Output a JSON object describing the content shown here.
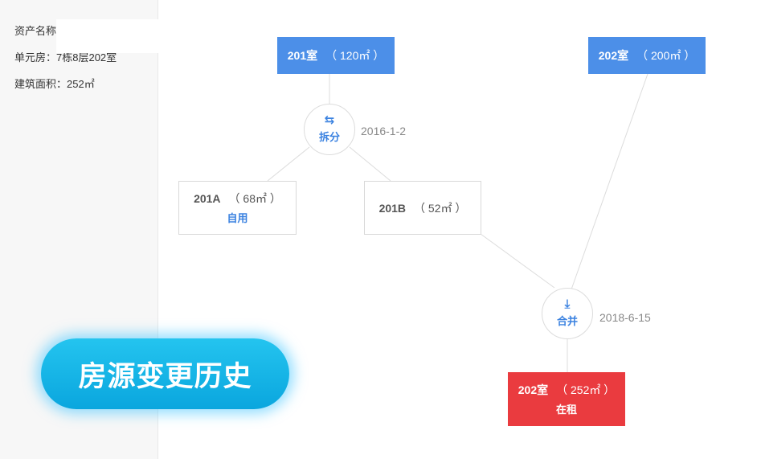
{
  "asset": {
    "name_label": "资产名称",
    "unit_label": "单元房：",
    "unit_value": "7栋8层202室",
    "area_label": "建筑面积：",
    "area_value": "252㎡"
  },
  "history_button": {
    "label": "房源变更历史"
  },
  "nodes": {
    "room201": {
      "room": "201室",
      "area": "（ 120㎡ ）"
    },
    "room202_orig": {
      "room": "202室",
      "area": "（ 200㎡ ）"
    },
    "room201A": {
      "room": "201A",
      "area": "（ 68㎡ ）",
      "status": "自用"
    },
    "room201B": {
      "room": "201B",
      "area": "（ 52㎡ ）"
    },
    "room202_merged": {
      "room": "202室",
      "area": "（ 252㎡ ）",
      "status": "在租"
    }
  },
  "events": {
    "split": {
      "label": "拆分",
      "icon": "⇆",
      "date": "2016-1-2"
    },
    "merge": {
      "label": "合并",
      "icon": "⤓",
      "date": "2018-6-15"
    }
  },
  "colors": {
    "node_blue": "#4c8fe8",
    "node_red": "#ea3b3f",
    "event_text": "#3b82e0",
    "button_cyan": "#0aa6de"
  }
}
